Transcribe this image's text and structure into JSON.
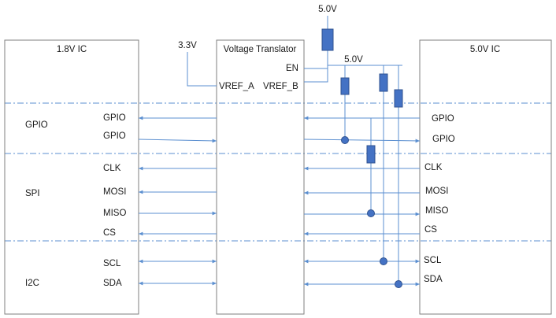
{
  "blocks": {
    "left_ic": "1.8V IC",
    "translator": "Voltage Translator",
    "right_ic": "5.0V IC"
  },
  "rails": {
    "vref_a_supply": "3.3V",
    "top_supply": "5.0V",
    "pullup_supply": "5.0V"
  },
  "translator_pins": {
    "vref_a": "VREF_A",
    "vref_b": "VREF_B",
    "en": "EN"
  },
  "groups": {
    "gpio": "GPIO",
    "spi": "SPI",
    "i2c": "I2C"
  },
  "left_signals": {
    "gpio1": "GPIO",
    "gpio2": "GPIO",
    "clk": "CLK",
    "mosi": "MOSI",
    "miso": "MISO",
    "cs": "CS",
    "scl": "SCL",
    "sda": "SDA"
  },
  "right_signals": {
    "gpio1": "GPIO",
    "gpio2": "GPIO",
    "clk": "CLK",
    "mosi": "MOSI",
    "miso": "MISO",
    "cs": "CS",
    "scl": "SCL",
    "sda": "SDA"
  },
  "colors": {
    "block_border": "#7f7f7f",
    "wire": "#5b8fd0",
    "resistor_fill": "#4472c4",
    "resistor_border": "#2f528f",
    "junction": "#4472c4",
    "divider": "#5b8fd0"
  }
}
